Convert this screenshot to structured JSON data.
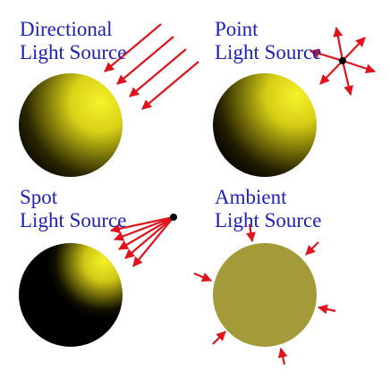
{
  "panels": [
    {
      "id": "directional",
      "line1": "Directional",
      "line2": "Light Source"
    },
    {
      "id": "point",
      "line1": "Point",
      "line2": "Light Source"
    },
    {
      "id": "spot",
      "line1": "Spot",
      "line2": "Light Source"
    },
    {
      "id": "ambient",
      "line1": "Ambient",
      "line2": "Light Source"
    }
  ],
  "colors": {
    "label": "#1c21b8",
    "ray": "#e0141c",
    "sphere_highlight": "#f6f22a",
    "sphere_shadow": "#000000",
    "ambient_fill": "#a39b3a"
  }
}
